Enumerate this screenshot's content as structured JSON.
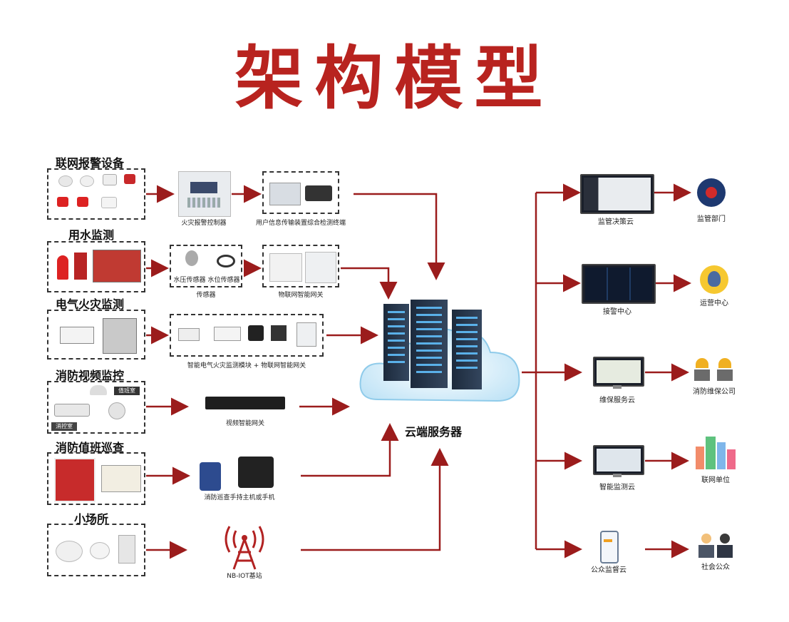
{
  "title": "架构模型",
  "sections": {
    "alarm": "联网报警设备",
    "water": "用水监测",
    "electric": "电气火灾监测",
    "video": "消防视频监控",
    "patrol": "消防值班巡查",
    "small": "小场所"
  },
  "captions": {
    "fire_controller": "火灾报警控制器",
    "user_transmit": "用户信息传输装置综合检测终端",
    "pressure_sensor": "水压传感器",
    "level_sensor": "水位传感器",
    "sensor": "传感器",
    "iot_gateway": "物联网智能网关",
    "electric_module": "智能电气火灾监测模块 + 物联网智能网关",
    "video_gateway": "视频智能网关",
    "patrol_terminal": "消防巡查手持主机或手机",
    "nbiot": "NB-IOT基站",
    "cloud_server": "云端服务器"
  },
  "device_labels": {
    "fire_room": "消控室",
    "duty_sign": "值班室"
  },
  "platforms": [
    {
      "label": "监管决策云",
      "target": "监管部门"
    },
    {
      "label": "接警中心",
      "target": "运营中心"
    },
    {
      "label": "维保服务云",
      "target": "消防维保公司"
    },
    {
      "label": "智能监测云",
      "target": "联网单位"
    },
    {
      "label": "公众监督云",
      "target": "社会公众"
    }
  ],
  "colors": {
    "title": "#b8231f",
    "arrow": "#9b1c1c",
    "accent": "#2d6fb8"
  }
}
